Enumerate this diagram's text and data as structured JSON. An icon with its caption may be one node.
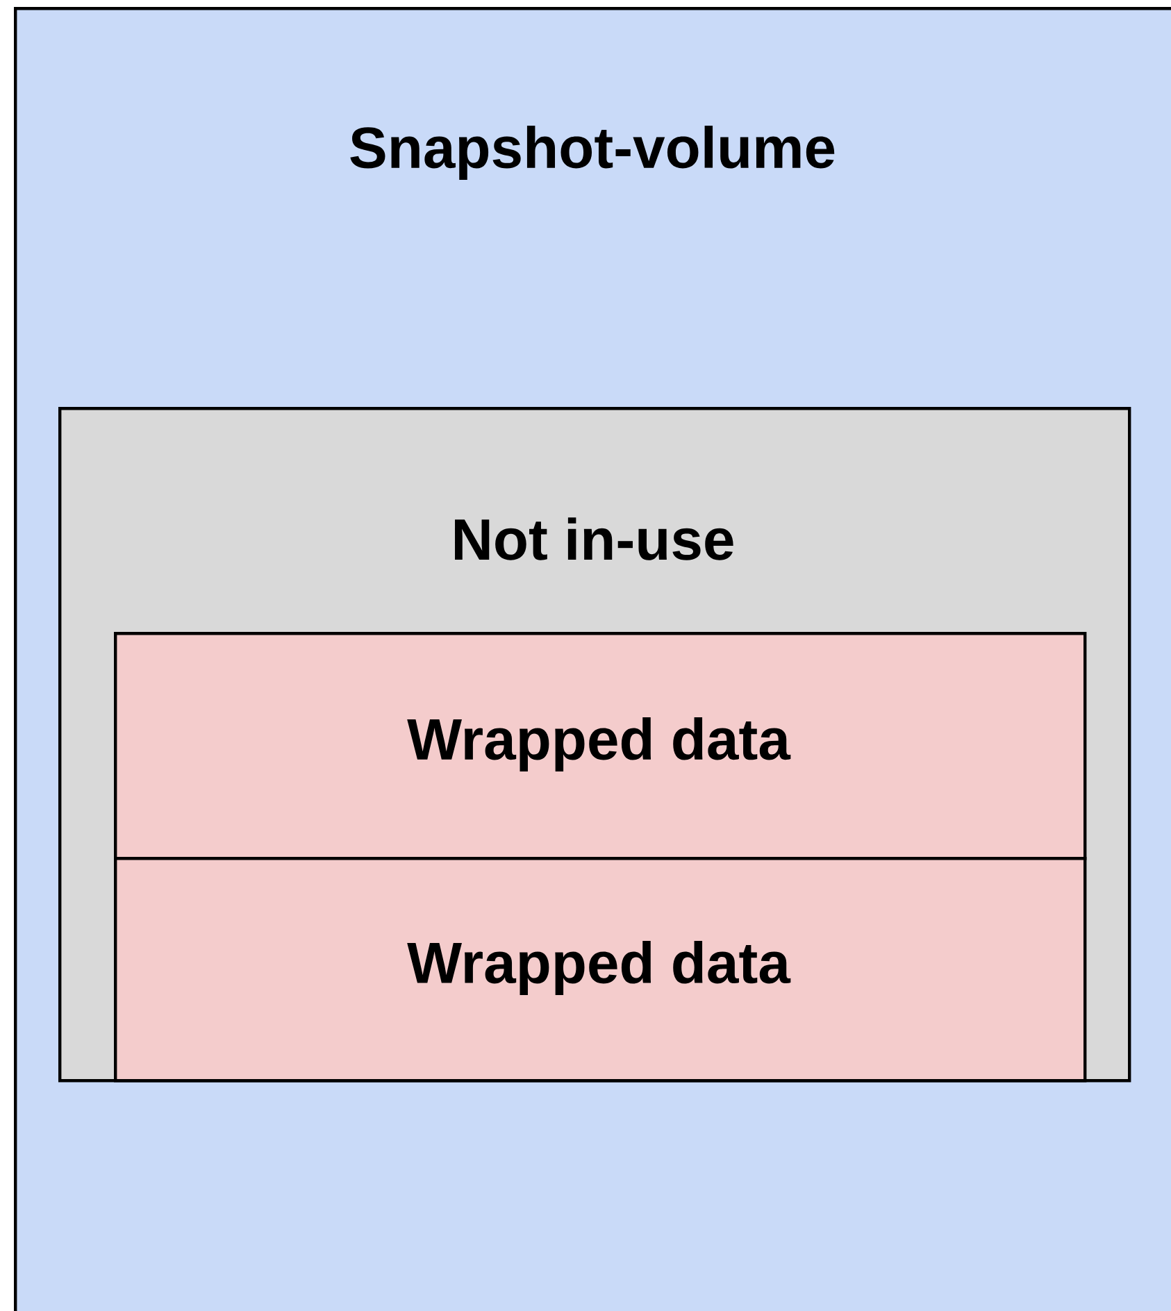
{
  "diagram": {
    "nodes": [
      {
        "text": [
          "Snapshot-volume"
        ]
      },
      {
        "text": [
          "Not in-use"
        ],
        "in": 0
      },
      {
        "text": [
          "Wrapped data"
        ],
        "in": 1
      },
      {
        "text": [
          "Wrapped data"
        ],
        "in": 1
      }
    ]
  }
}
